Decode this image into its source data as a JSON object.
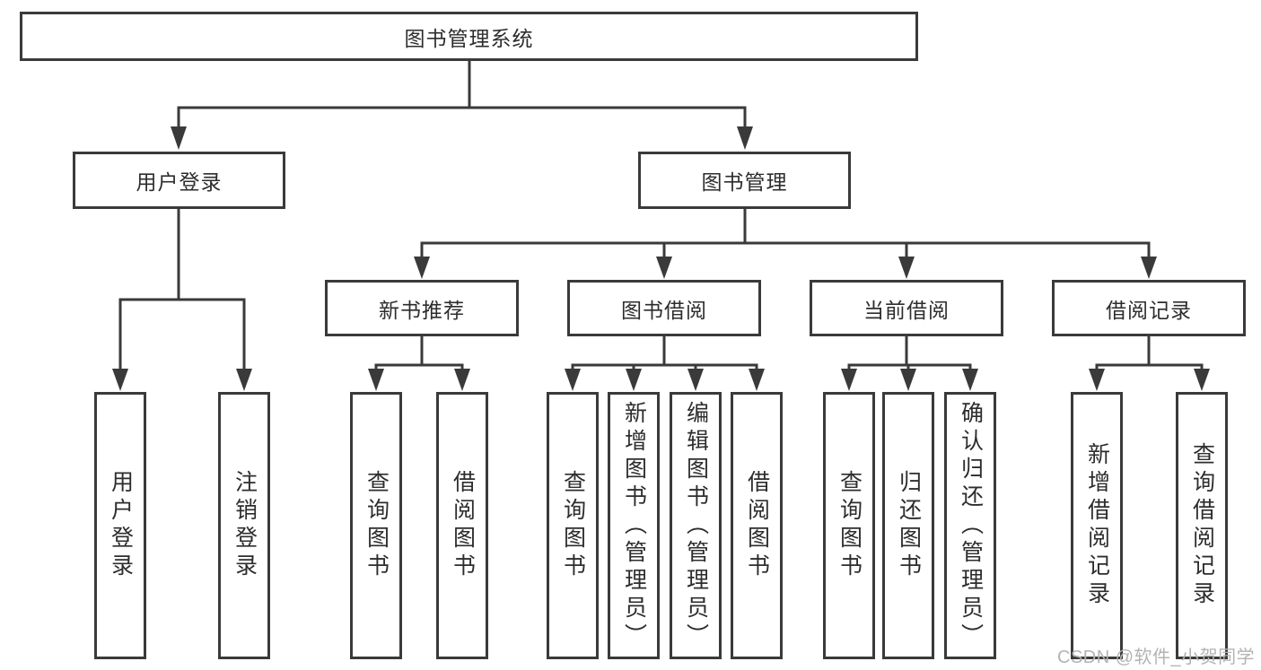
{
  "diagram": {
    "root": "图书管理系统",
    "level2": [
      "用户登录",
      "图书管理"
    ],
    "level3": [
      "新书推荐",
      "图书借阅",
      "当前借阅",
      "借阅记录"
    ],
    "leaves": [
      [
        "用户登录",
        "注销登录"
      ],
      [
        "查询图书",
        "借阅图书"
      ],
      [
        "查询图书",
        "新增图书（管理员）",
        "编辑图书（管理员）",
        "借阅图书"
      ],
      [
        "查询图书",
        "归还图书",
        "确认归还（管理员）"
      ],
      [
        "新增借阅记录",
        "查询借阅记录"
      ]
    ]
  },
  "watermark": "CSDN @软件_小贺同学",
  "colors": {
    "line": "#3a3a3a",
    "text": "#2d2d2d",
    "watermark": "#b3b3b3",
    "background": "#ffffff"
  }
}
